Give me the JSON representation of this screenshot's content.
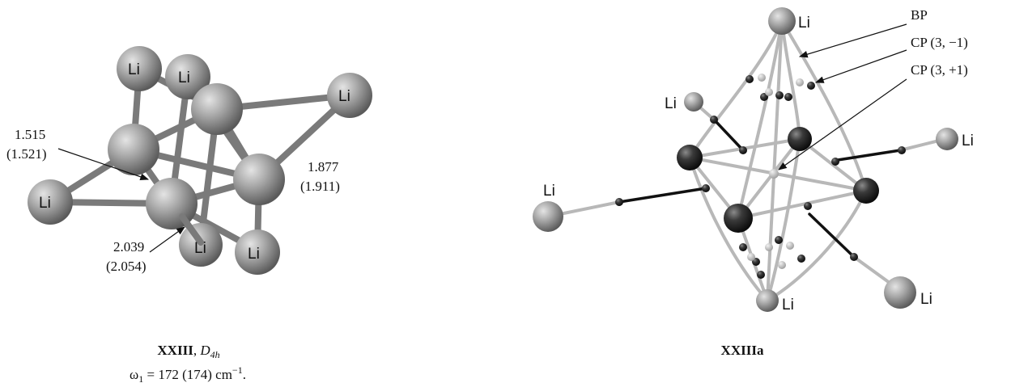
{
  "left_structure": {
    "atom_label": "Li",
    "dist1": "1.515",
    "dist1_alt": "(1.521)",
    "dist2": "1.877",
    "dist2_alt": "(1.911)",
    "dist3": "2.039",
    "dist3_alt": "(2.054)",
    "caption_name": "XXIII",
    "caption_sym": "D",
    "caption_sym_sub": "4h",
    "freq_symbol": "ω",
    "freq_sub": "1",
    "freq_text": " = 172 (174) cm",
    "freq_sup": "−1",
    "freq_end": "."
  },
  "right_structure": {
    "atom_label": "Li",
    "bp": "BP",
    "cp_bond": "CP (3, −1)",
    "cp_ring": "CP (3, +1)",
    "caption_name": "XXIIIa"
  },
  "colors": {
    "atom_light": "#9a9a9a",
    "atom_dark": "#2a2a2a",
    "cp_light": "#c8c8c8",
    "background": "#ffffff"
  }
}
